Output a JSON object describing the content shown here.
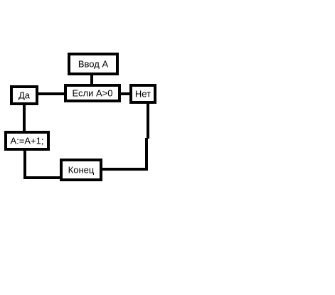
{
  "diagram": {
    "nodes": {
      "input_a": {
        "label": "Ввод А"
      },
      "condition": {
        "label": "Если А>0"
      },
      "yes": {
        "label": "Да"
      },
      "no": {
        "label": "Нет"
      },
      "increment": {
        "label": "A:=A+1;"
      },
      "end": {
        "label": "Конец"
      }
    }
  }
}
